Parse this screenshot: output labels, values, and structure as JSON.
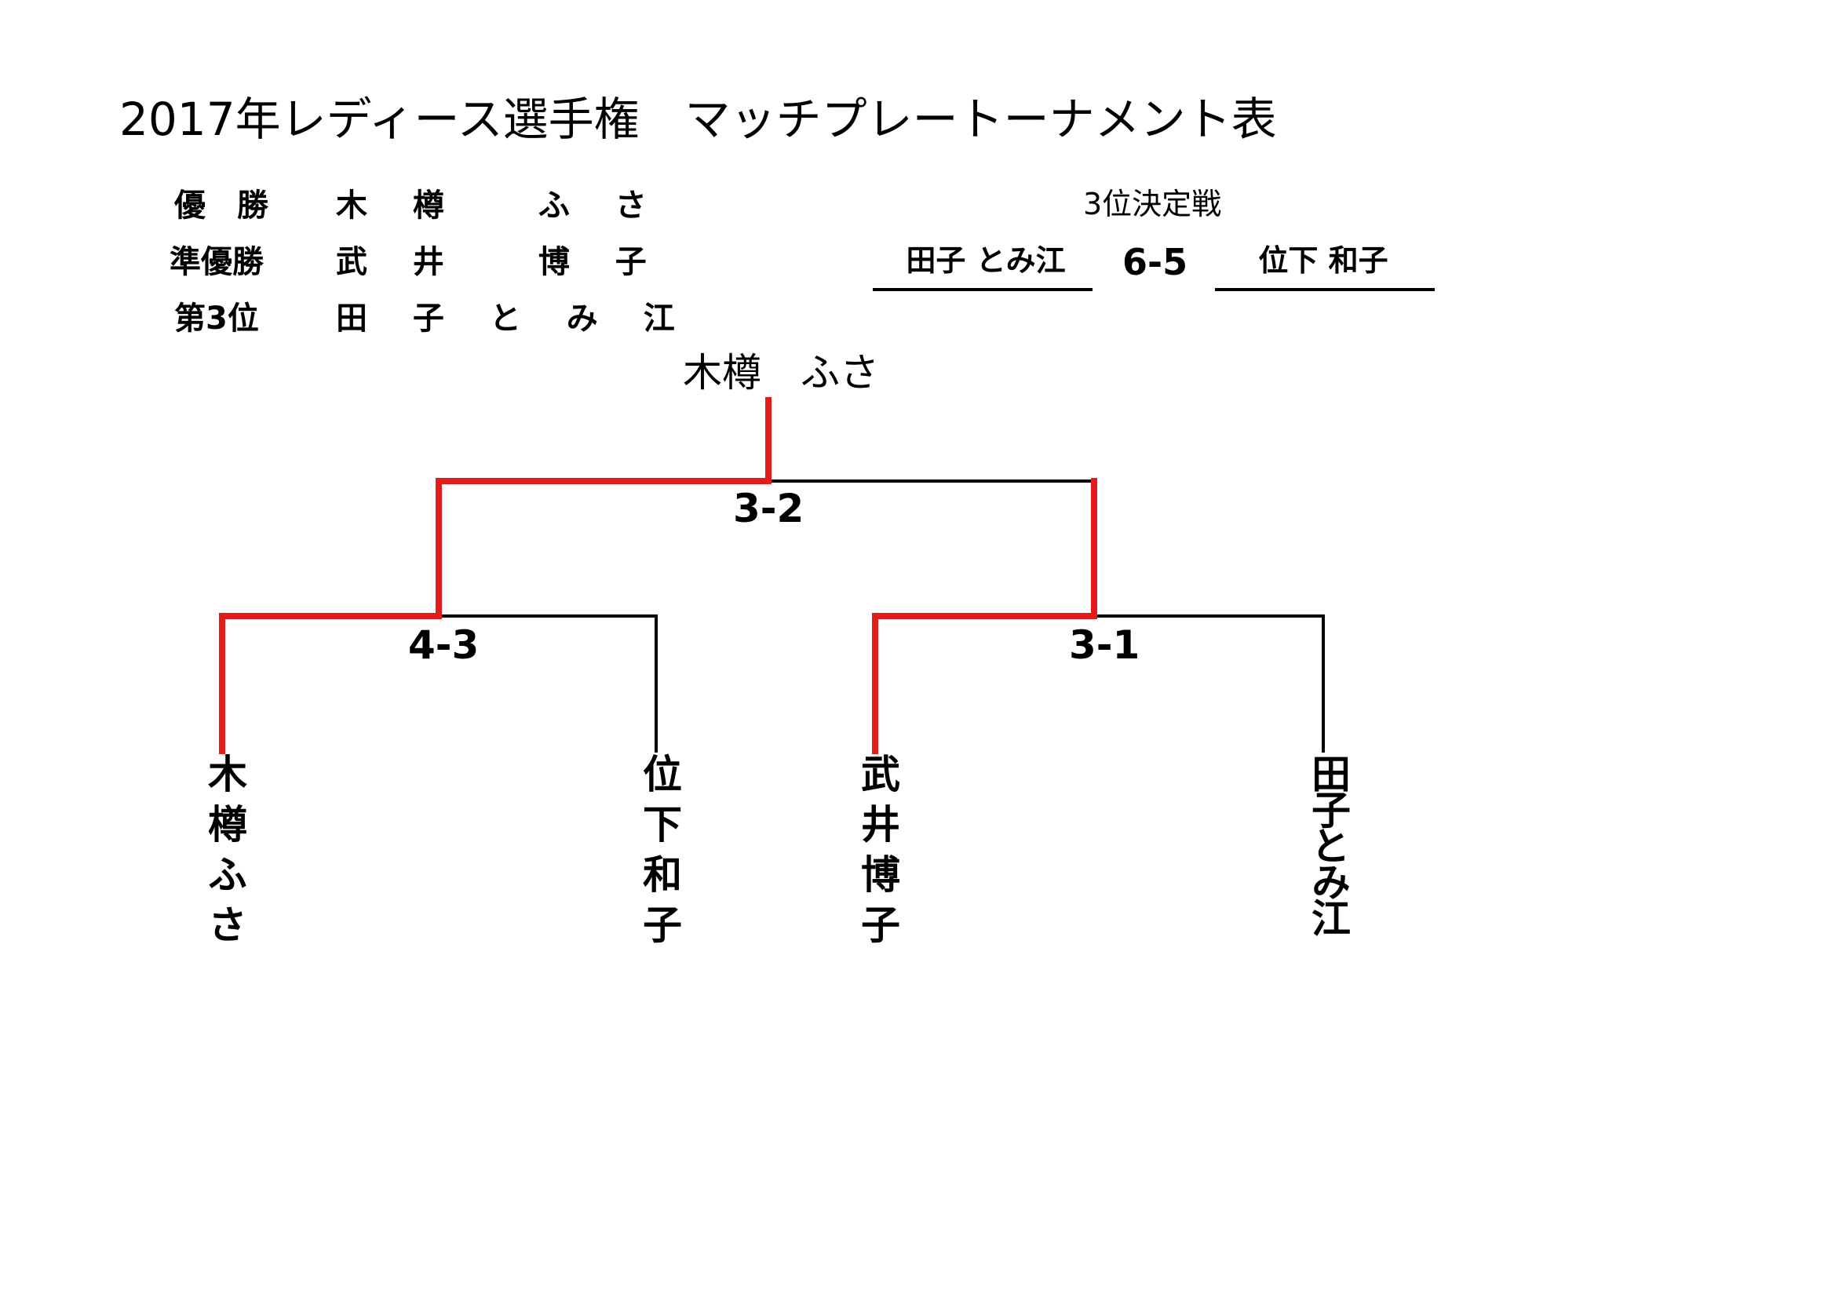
{
  "title": "2017年レディース選手権　マッチプレートーナメント表",
  "results": [
    {
      "label": "優　勝",
      "name": "木 樽 　ふ さ"
    },
    {
      "label": "準優勝",
      "name": "武 井 　博 子"
    },
    {
      "label": "第3位",
      "name": "田 子 と み 江"
    }
  ],
  "third_place": {
    "heading": "3位決定戦",
    "left": "田子 とみ江",
    "score": "6-5",
    "right": "位下 和子"
  },
  "bracket": {
    "champion": "木樽　ふさ",
    "final_score": "3-2",
    "semi_left_score": "4-3",
    "semi_right_score": "3-1",
    "players": [
      "木樽ふさ",
      "位下和子",
      "武井博子",
      "田子とみ江"
    ]
  },
  "colors": {
    "winner_line": "#e31b1b",
    "line": "#000000"
  }
}
